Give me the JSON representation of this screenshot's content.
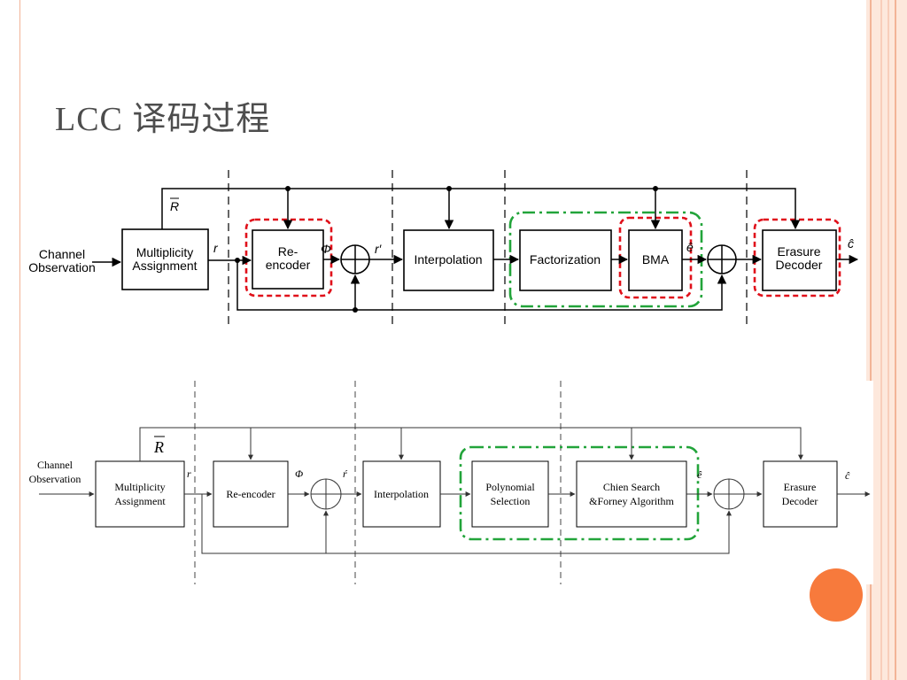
{
  "slide": {
    "title": "LCC 译码过程"
  },
  "diagram1": {
    "channel_label_1": "Channel",
    "channel_label_2": "Observation",
    "multiplicity_1": "Multiplicity",
    "multiplicity_2": "Assignment",
    "reencoder_1": "Re-",
    "reencoder_2": "encoder",
    "interpolation": "Interpolation",
    "factorization": "Factorization",
    "bma": "BMA",
    "erasure_1": "Erasure",
    "erasure_2": "Decoder",
    "sym_R": "R",
    "sym_r": "r",
    "sym_phi": "Φ",
    "sym_rprime": "r′",
    "sym_ehat": "ê",
    "sym_chat": "ĉ"
  },
  "diagram2": {
    "channel_label_1": "Channel",
    "channel_label_2": "Observation",
    "multiplicity_1": "Multiplicity",
    "multiplicity_2": "Assignment",
    "reencoder": "Re-encoder",
    "interpolation": "Interpolation",
    "polynomial_1": "Polynomial",
    "polynomial_2": "Selection",
    "chien_1": "Chien Search",
    "chien_2": "&Forney Algorithm",
    "erasure_1": "Erasure",
    "erasure_2": "Decoder",
    "sym_R": "R",
    "sym_r": "r",
    "sym_phi": "Φ",
    "sym_rprime": "ŕ",
    "sym_ehat": "ê",
    "sym_chat": "ĉ"
  },
  "colors": {
    "accent_orange": "#f77a3c",
    "border_peach": "#f2b497",
    "highlight_red": "#e0101a",
    "highlight_green": "#22a43a"
  }
}
